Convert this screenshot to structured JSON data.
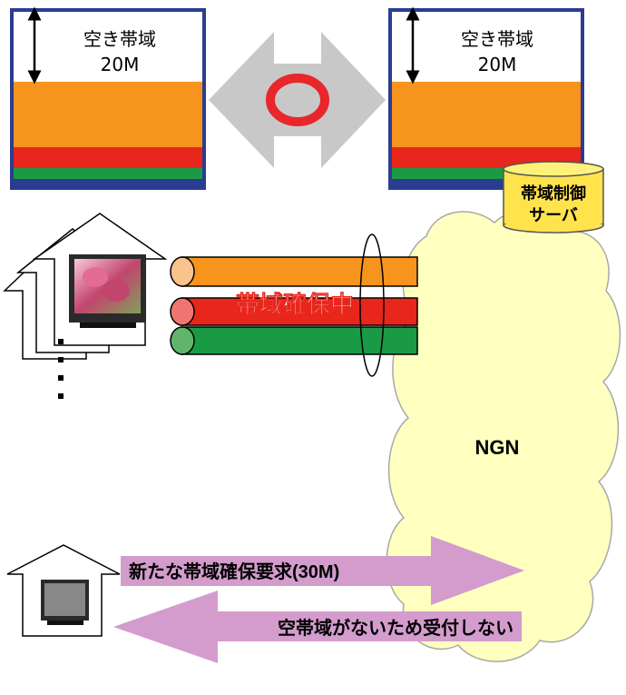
{
  "left_panel": {
    "free_label": "空き帯域",
    "free_value": "20M"
  },
  "right_panel": {
    "free_label": "空き帯域",
    "free_value": "20M"
  },
  "connection_ok": "○",
  "server": {
    "line1": "帯域制御",
    "line2": "サーバ"
  },
  "pipe_label": "帯域確保中",
  "cloud_label": "NGN",
  "request_arrow": "新たな帯域確保要求(30M)",
  "reject_arrow": "空帯域がないため受付しない",
  "colors": {
    "panel_border": "#2b3d91",
    "orange": "#f7941d",
    "red": "#e8261c",
    "green": "#1a9a45",
    "cloud": "#ffffc0",
    "server": "#ffe34d",
    "arrow": "#d39ccd",
    "gray_arrow": "#c8c8c8"
  }
}
